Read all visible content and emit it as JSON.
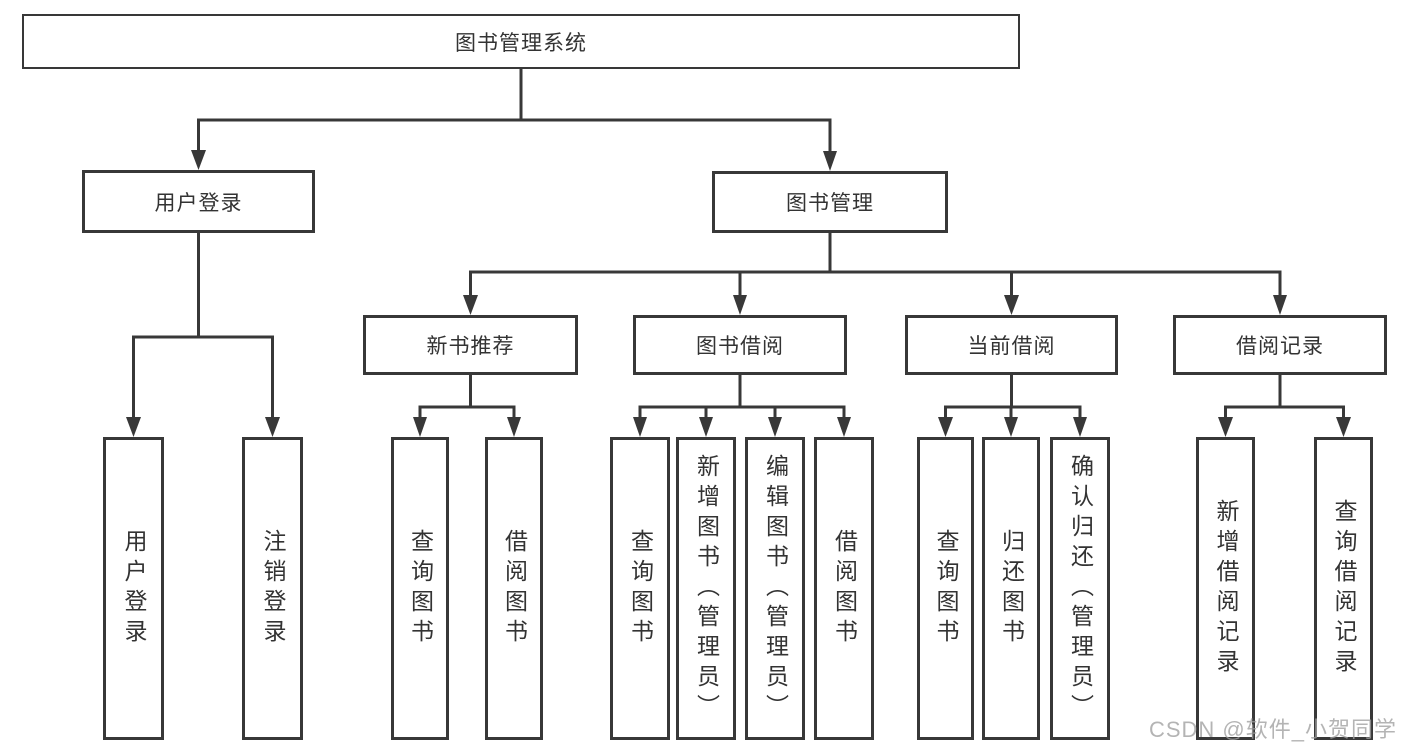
{
  "tree": {
    "label": "图书管理系统",
    "children": [
      {
        "label": "用户登录",
        "children": [
          {
            "label": "用户登录"
          },
          {
            "label": "注销登录"
          }
        ]
      },
      {
        "label": "图书管理",
        "children": [
          {
            "label": "新书推荐",
            "children": [
              {
                "label": "查询图书"
              },
              {
                "label": "借阅图书"
              }
            ]
          },
          {
            "label": "图书借阅",
            "children": [
              {
                "label": "查询图书"
              },
              {
                "label": "新增图书（管理员）"
              },
              {
                "label": "编辑图书（管理员）"
              },
              {
                "label": "借阅图书"
              }
            ]
          },
          {
            "label": "当前借阅",
            "children": [
              {
                "label": "查询图书"
              },
              {
                "label": "归还图书"
              },
              {
                "label": "确认归还（管理员）"
              }
            ]
          },
          {
            "label": "借阅记录",
            "children": [
              {
                "label": "新增借阅记录"
              },
              {
                "label": "查询借阅记录"
              }
            ]
          }
        ]
      }
    ]
  },
  "watermark": "CSDN @软件_小贺同学",
  "colors": {
    "line": "#383838",
    "text": "#333333",
    "watermark": "#9f9f9f",
    "background": "#ffffff"
  }
}
